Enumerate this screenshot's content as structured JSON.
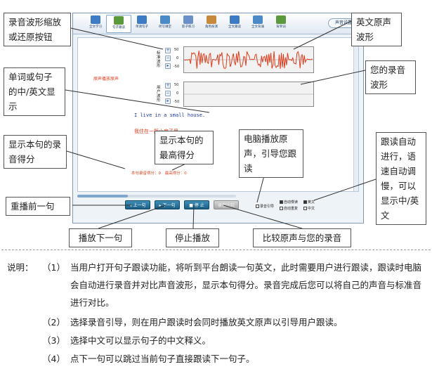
{
  "app": {
    "toolbar": [
      {
        "label": "全文学习",
        "color": "#3d7bc4"
      },
      {
        "label": "句子跟读",
        "color": "#5a9a3c"
      },
      {
        "label": "单测句子",
        "color": "#3d7bc4"
      },
      {
        "label": "听写填空",
        "color": "#4a8ac7"
      },
      {
        "label": "影子练习",
        "color": "#6b8fc9"
      },
      {
        "label": "角色扮演",
        "color": "#c78a3d"
      },
      {
        "label": "全文跟读",
        "color": "#3d7bc4"
      },
      {
        "label": "全文背诵",
        "color": "#4a8ac7"
      },
      {
        "label": "背单词",
        "color": "#5a9a3c"
      }
    ],
    "active_tab": 1,
    "settings_label": "声音设置",
    "original_sentence_label": "原声播放原声",
    "original_wave_label": "标准波形",
    "user_wave_label": "用户波形",
    "wave_scale_top": "50",
    "wave_scale_mid": "0",
    "wave_scale_bottom": "-50",
    "sentence_en": "I live in a small house.",
    "sentence_zh": "我住在一所小房子里。",
    "score_label": "本句录音得分：0",
    "best_score_label": "最高得分：0",
    "buttons": {
      "prev": "上一句",
      "next": "下一句",
      "stop": "停 止",
      "compare": "录音比较"
    },
    "options": {
      "record_guide": "录音引导",
      "auto_slow": "自动慢读",
      "english": "英文",
      "auto_repeat": "自动重复",
      "chinese": "中文"
    },
    "progress": 0.32
  },
  "callouts": {
    "zoom_toggle": "录音波形缩放或还原按钮",
    "original_wave": "英文原声波形",
    "your_wave": "您的录音波形",
    "bilingual": "单词或句子的中/英文显示",
    "sentence_score": "显示本句的录音得分",
    "best_score": "显示本句的最高得分",
    "guide": "电脑播放原声，引导您跟读",
    "auto_follow": "跟读自动进行，语速自动调慢，可以显示中/英文",
    "replay_prev": "重播前一句",
    "play_next": "播放下一句",
    "stop_play": "停止播放",
    "compare": "比较原声与您的录音"
  },
  "notes": {
    "label": "说明：",
    "items": [
      {
        "num": "（1）",
        "text": "当用户打开句子跟读功能，将听到平台朗读一句英文，此时需要用户进行跟读，跟读时电脑会自动进行录音并对比声音波形，显示本句得分。录音完成后您可以将自己的声音与标准音进行对比。"
      },
      {
        "num": "（2）",
        "text": "选择录音引导，则在用户跟读时会同时播放英文原声以引导用户跟读。"
      },
      {
        "num": "（3）",
        "text": "选择中文可以显示句子的中文释义。"
      },
      {
        "num": "（4）",
        "text": "点下一句可以跳过当前句子直接跟读下一句子。"
      }
    ]
  }
}
